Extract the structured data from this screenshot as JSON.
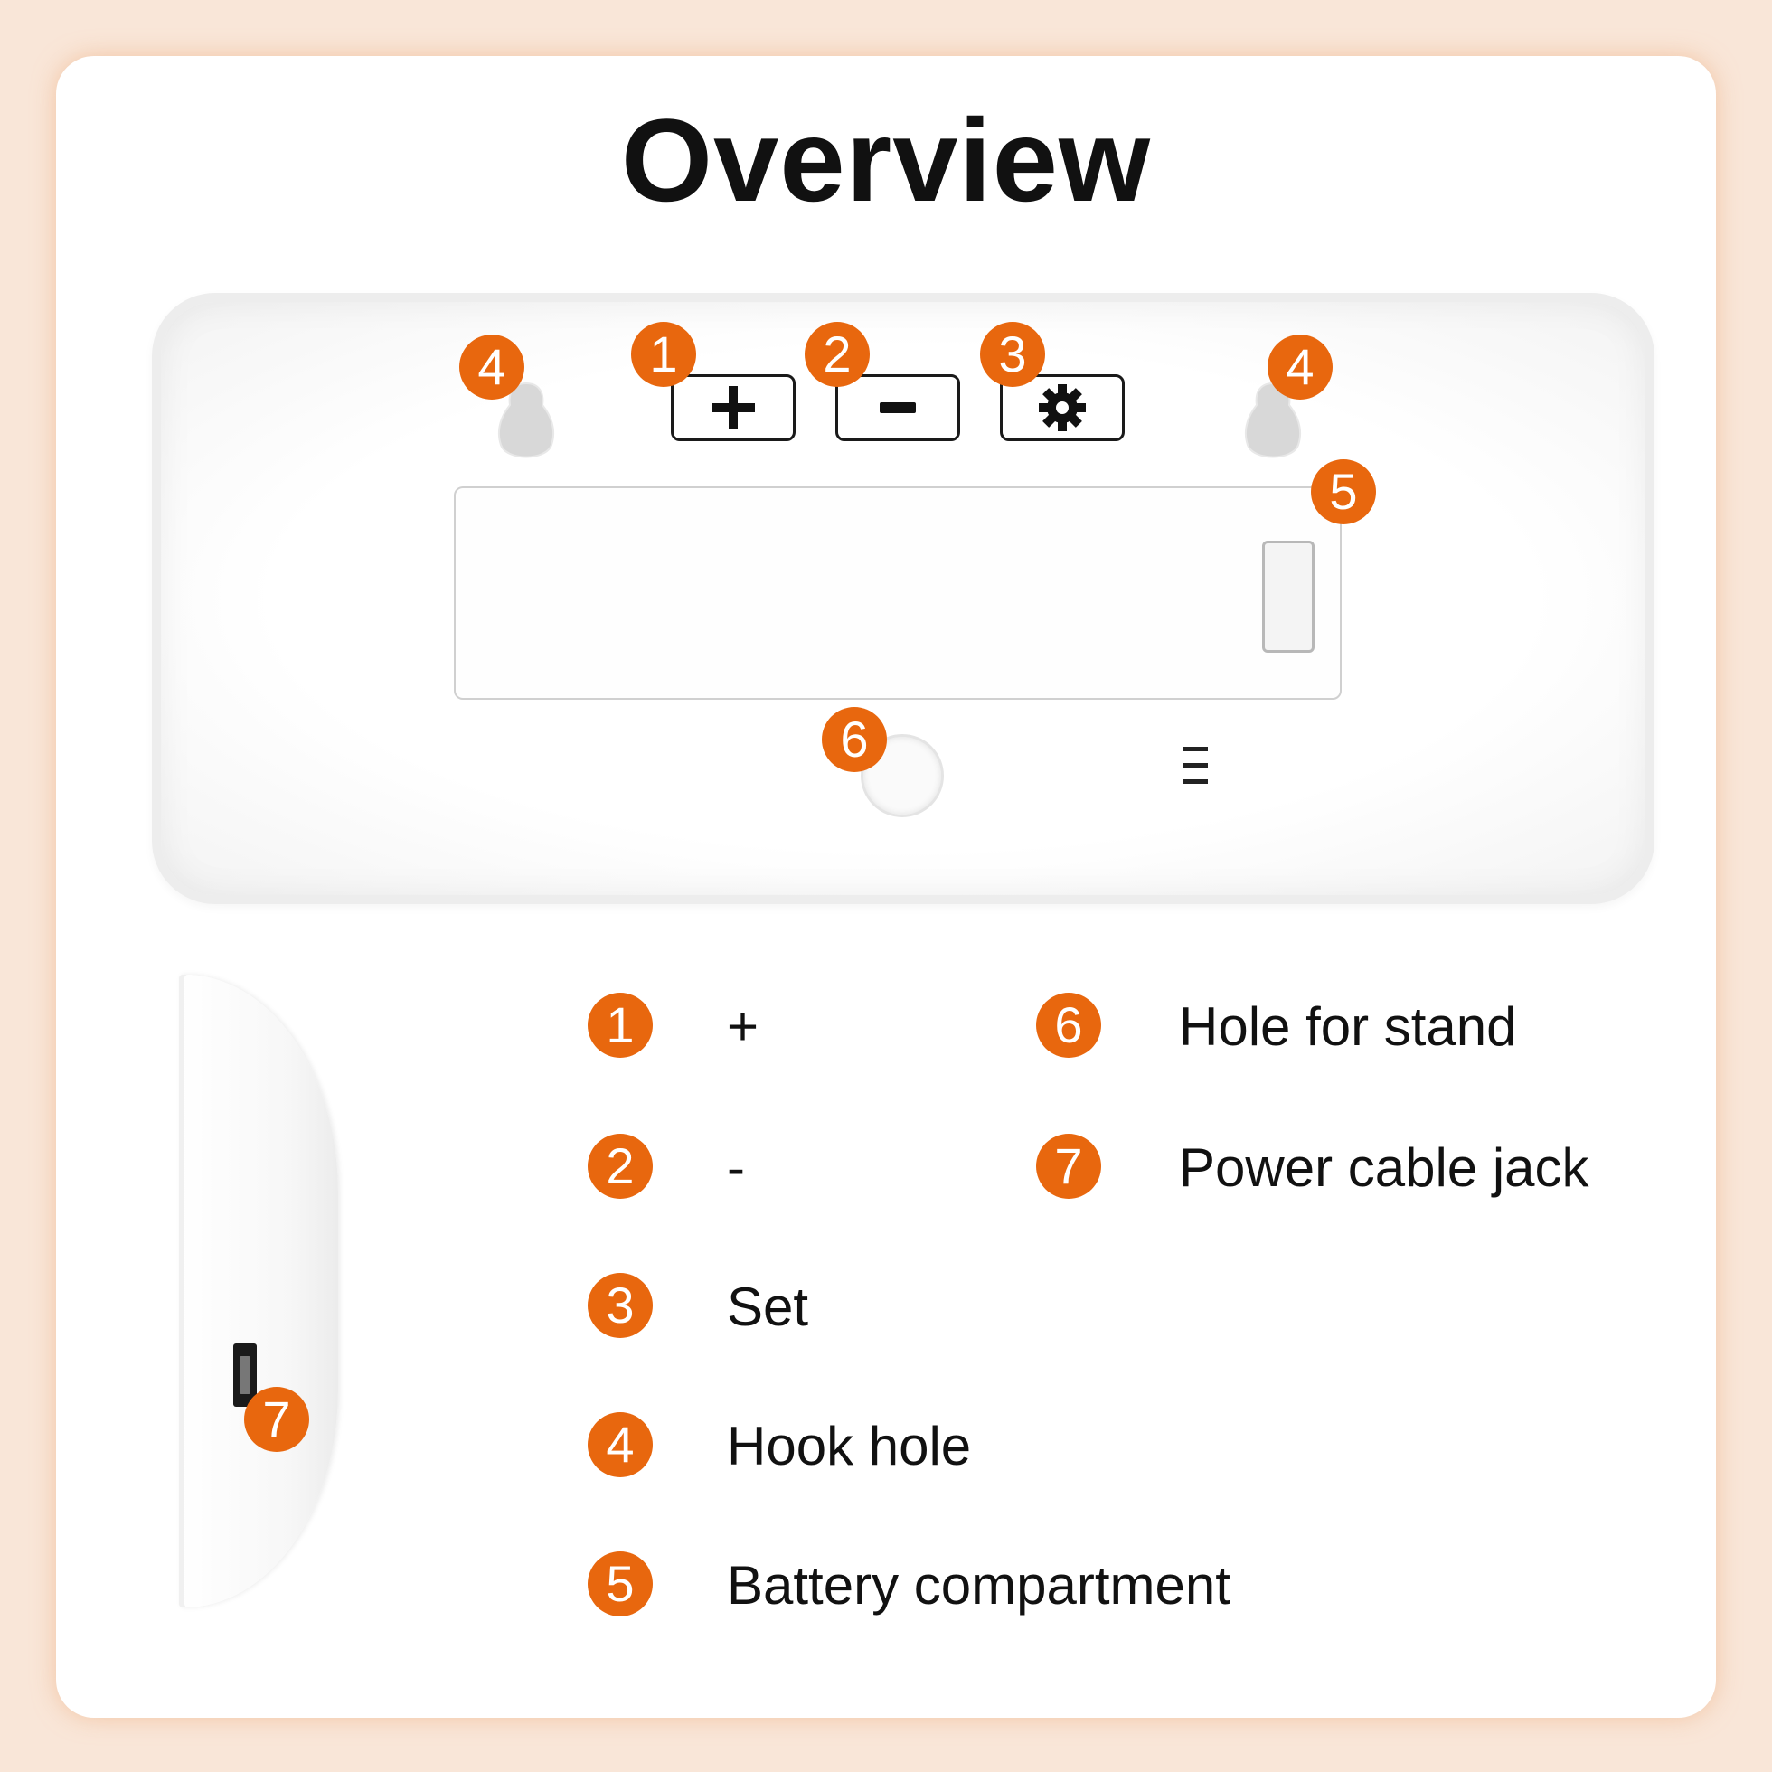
{
  "title": "Overview",
  "accent_color": "#e8670e",
  "device_back": {
    "buttons": [
      {
        "number": "1",
        "icon": "plus-icon"
      },
      {
        "number": "2",
        "icon": "minus-icon"
      },
      {
        "number": "3",
        "icon": "gear-icon"
      }
    ],
    "markers": {
      "hook_left": "4",
      "hook_right": "4",
      "battery": "5",
      "stand": "6"
    }
  },
  "side_view": {
    "marker": "7"
  },
  "legend": [
    {
      "number": "1",
      "label": "+"
    },
    {
      "number": "2",
      "label": "-"
    },
    {
      "number": "3",
      "label": "Set"
    },
    {
      "number": "4",
      "label": "Hook hole"
    },
    {
      "number": "5",
      "label": "Battery compartment"
    },
    {
      "number": "6",
      "label": "Hole for stand"
    },
    {
      "number": "7",
      "label": "Power cable jack"
    }
  ]
}
